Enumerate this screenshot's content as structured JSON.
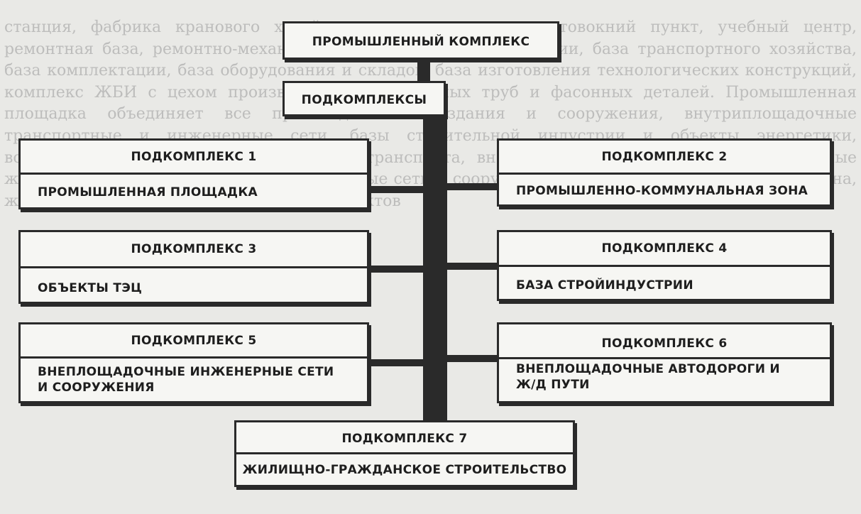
{
  "background_text": "станция, фабрика кранового хозяйства, вагонное депо, автотовокний пункт, учебный центр, ремонтная база, ремонтно-механический завод, база механизации, база транспортного хозяйства, база комплектации, база оборудования и складов, база изготовления технологических конструкций, комплекс ЖБИ с цехом производства изоляционных труб и фасонных деталей. Промышленная площадка объединяет все производственные здания и сооружения, внутриплощадочные транспортные и инженерные сети, базы строительной индустрии и объекты энергетики, водоснабжения, канализации, внешнего транспорта, внеплощадочные автодороги и подъездные железнодорожные пути, внутриплощадочные сети и сооружения, промышленно-коммунальная зона, жилищно-гражданское строительство объектов",
  "diagram": {
    "top": {
      "label": "ПРОМЫШЛЕННЫЙ КОМПЛЕКС"
    },
    "sub": {
      "label": "ПОДКОМПЛЕКСЫ"
    },
    "subcomplexes": [
      {
        "title": "ПОДКОМПЛЕКС 1",
        "lines": [
          "ПРОМЫШЛЕННАЯ ПЛОЩАДКА"
        ]
      },
      {
        "title": "ПОДКОМПЛЕКС 2",
        "lines": [
          "ПРОМЫШЛЕННО-КОММУНАЛЬНАЯ ЗОНА"
        ]
      },
      {
        "title": "ПОДКОМПЛЕКС 3",
        "lines": [
          "ОБЪЕКТЫ ТЭЦ"
        ]
      },
      {
        "title": "ПОДКОМПЛЕКС 4",
        "lines": [
          "БАЗА СТРОЙИНДУСТРИИ"
        ]
      },
      {
        "title": "ПОДКОМПЛЕКС 5",
        "lines": [
          "ВНЕПЛОЩАДОЧНЫЕ ИНЖЕНЕРНЫЕ СЕТИ",
          "И СООРУЖЕНИЯ"
        ]
      },
      {
        "title": "ПОДКОМПЛЕКС 6",
        "lines": [
          "ВНЕПЛОЩАДОЧНЫЕ АВТОДОРОГИ И",
          "Ж/Д ПУТИ"
        ]
      },
      {
        "title": "ПОДКОМПЛЕКС 7",
        "lines": [
          "ЖИЛИЩНО-ГРАЖДАНСКОЕ СТРОИТЕЛЬСТВО"
        ]
      }
    ]
  },
  "colors": {
    "ink": "#2a2a2a",
    "box_fill": "#f6f6f3",
    "paper": "#e9e9e6"
  }
}
